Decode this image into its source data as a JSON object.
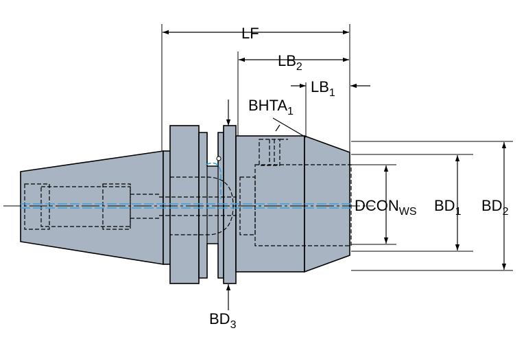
{
  "colors": {
    "body_fill": "#a9b4c3",
    "outline": "#000000",
    "coolant": "#3aa0d8",
    "background": "#ffffff"
  },
  "labels": {
    "lf": "LF",
    "lb2_main": "LB",
    "lb2_sub": "2",
    "lb1_main": "LB",
    "lb1_sub": "1",
    "bhta_main": "BHTA",
    "bhta_sub": "1",
    "dcon_main": "DCON",
    "dcon_sub": "WS",
    "bd1_main": "BD",
    "bd1_sub": "1",
    "bd2_main": "BD",
    "bd2_sub": "2",
    "bd3_main": "BD",
    "bd3_sub": "3"
  }
}
